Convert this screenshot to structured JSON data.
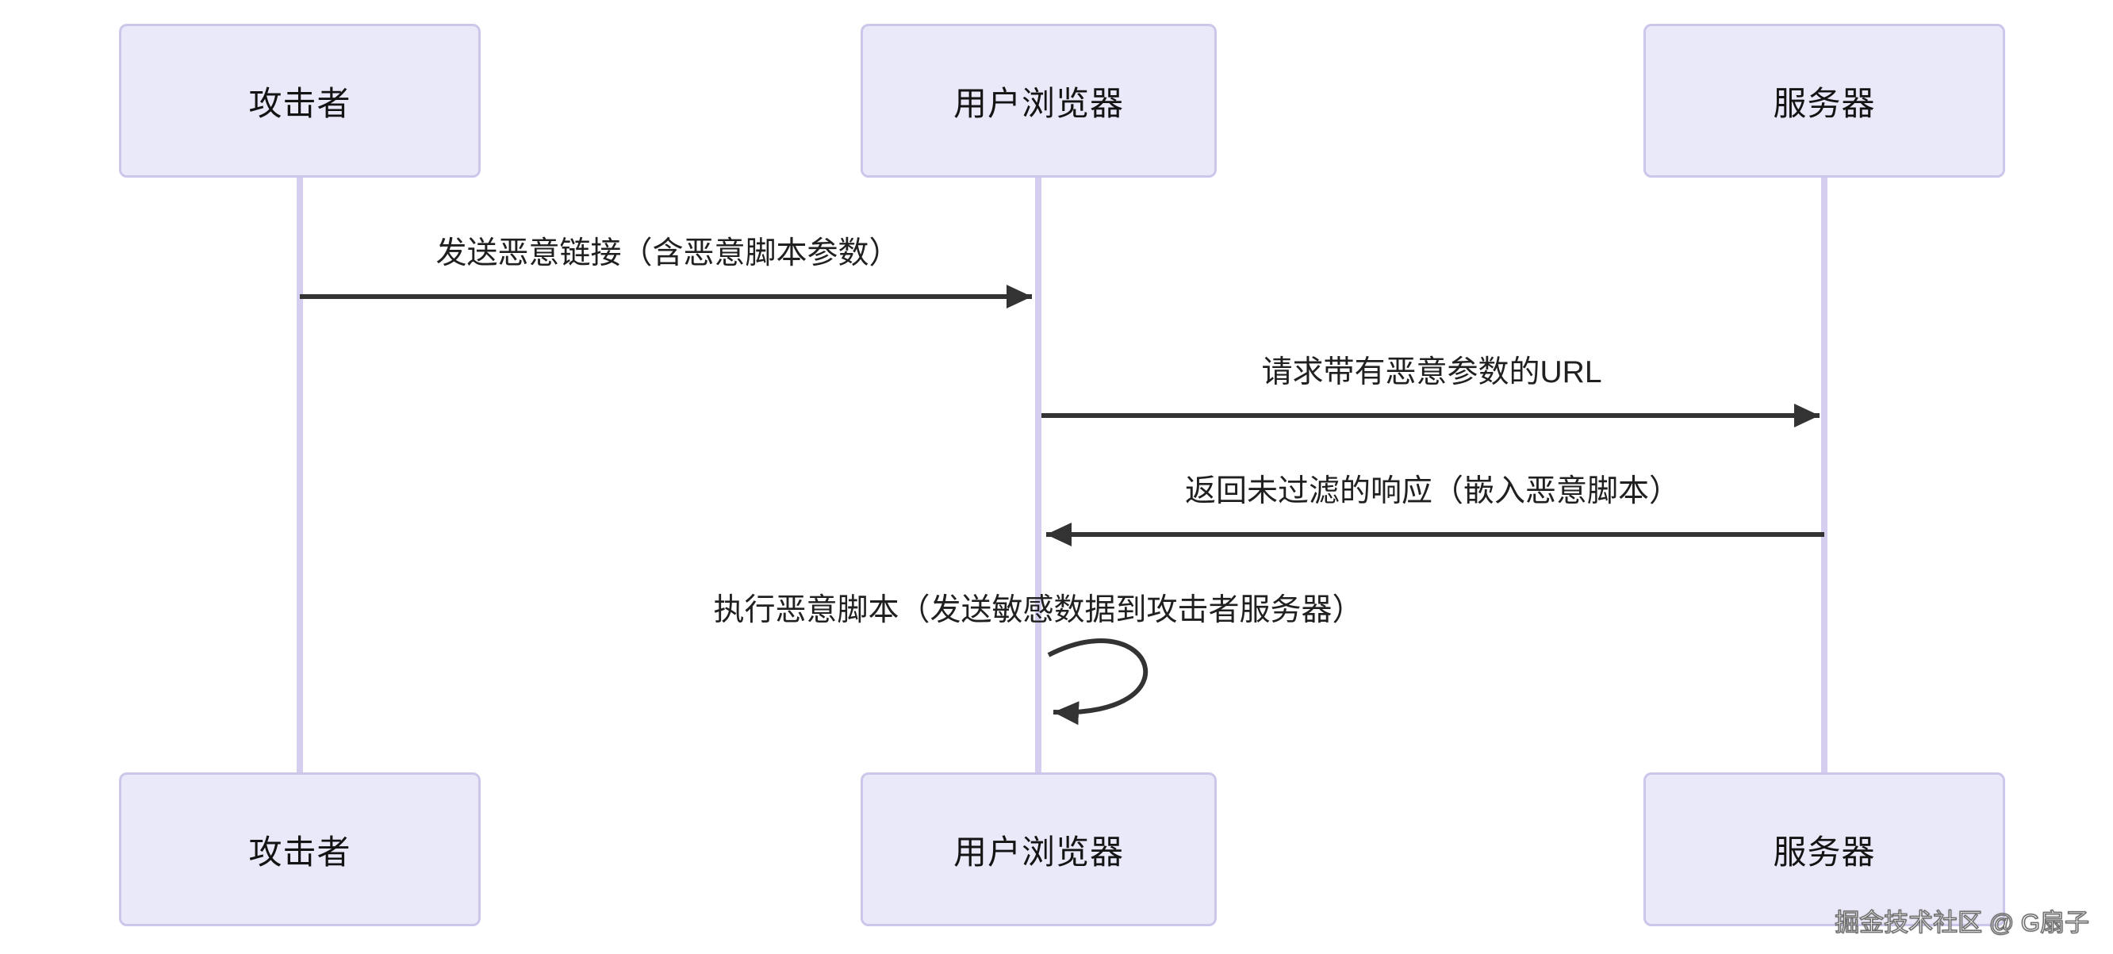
{
  "diagram": {
    "type": "sequence-diagram",
    "topic": "reflected-xss-attack-flow",
    "actors": [
      {
        "id": "attacker",
        "label": "攻击者"
      },
      {
        "id": "browser",
        "label": "用户浏览器"
      },
      {
        "id": "server",
        "label": "服务器"
      }
    ],
    "messages": [
      {
        "from": "attacker",
        "to": "browser",
        "style": "solid-arrow",
        "direction": "right",
        "label": "发送恶意链接（含恶意脚本参数）"
      },
      {
        "from": "browser",
        "to": "server",
        "style": "solid-arrow",
        "direction": "right",
        "label": "请求带有恶意参数的URL"
      },
      {
        "from": "server",
        "to": "browser",
        "style": "solid-arrow",
        "direction": "left",
        "label": "返回未过滤的响应（嵌入恶意脚本）"
      },
      {
        "from": "browser",
        "to": "browser",
        "style": "self-loop",
        "direction": "self",
        "label": "执行恶意脚本（发送敏感数据到攻击者服务器）"
      }
    ],
    "watermark": "掘金技术社区 @ G扇子",
    "colors": {
      "background": "#FFFFFF",
      "actor_fill": "#EAE9F9",
      "actor_border": "#CCC7EA",
      "lifeline": "#D5CEEE",
      "arrow": "#333333",
      "text": "#1A1A1A",
      "watermark_fill": "#FFFFFF",
      "watermark_outline": "#6E6E6E"
    }
  }
}
